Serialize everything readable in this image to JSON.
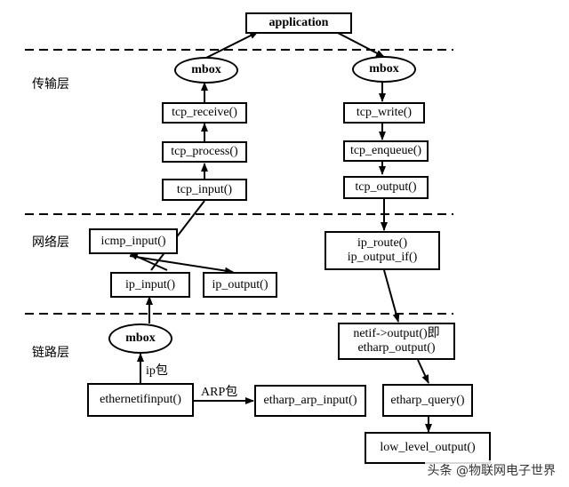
{
  "layers": {
    "transport": "传输层",
    "network": "网络层",
    "link": "链路层"
  },
  "nodes": {
    "application": "application",
    "mbox_left": "mbox",
    "mbox_right": "mbox",
    "tcp_receive": "tcp_receive()",
    "tcp_process": "tcp_process()",
    "tcp_input": "tcp_input()",
    "tcp_write": "tcp_write()",
    "tcp_enqueue": "tcp_enqueue()",
    "tcp_output": "tcp_output()",
    "icmp_input": "icmp_input()",
    "ip_input": "ip_input()",
    "ip_output": "ip_output()",
    "ip_route": "ip_route()",
    "ip_output_if": "ip_output_if()",
    "mbox_link": "mbox",
    "ethernetifinput": "ethernetifinput()",
    "etharp_arp_input": "etharp_arp_input()",
    "netif_output": "netif->output()即",
    "etharp_output": "etharp_output()",
    "etharp_query": "etharp_query()",
    "low_level_output": "low_level_output()"
  },
  "edge_labels": {
    "ip_packet": "ip包",
    "arp_packet": "ARP包"
  },
  "watermark": "头条 @物联网电子世界"
}
